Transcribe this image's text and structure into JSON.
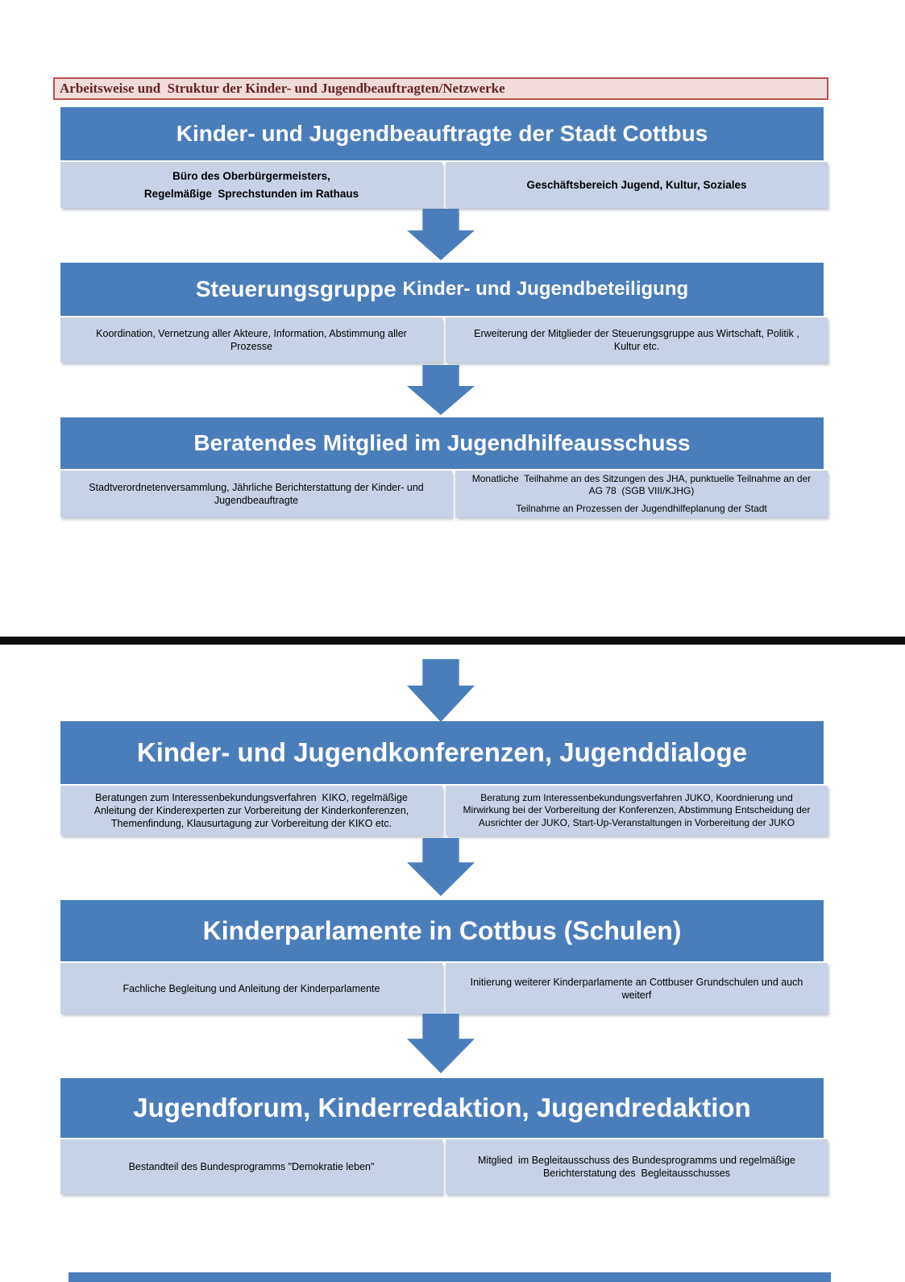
{
  "page_title": "Arbeitsweise und  Struktur der Kinder- und Jugendbeauftragten/Netzwerke",
  "colors": {
    "header_blue": "#4a7ebb",
    "box_light_blue": "#c7d2e6",
    "title_background": "#f2dcdb",
    "title_border": "#b8504d",
    "title_text": "#632423",
    "divider_black": "#0d0d0d"
  },
  "sections": [
    {
      "title": "Kinder- und Jugendbeauftragte der Stadt Cottbus",
      "left": [
        "Büro des Oberbürgermeisters,",
        "Regelmäßige  Sprechstunden im Rathaus"
      ],
      "right": [
        "Geschäftsbereich Jugend, Kultur, Soziales"
      ]
    },
    {
      "title": "Steuerungsgruppe ",
      "title2": "Kinder- und Jugendbeteiligung",
      "left": [
        "Koordination, Vernetzung aller Akteure, Information, Abstimmung aller Prozesse"
      ],
      "right": [
        "Erweiterung der Mitglieder der Steuerungsgruppe aus Wirtschaft, Politik , Kultur etc."
      ]
    },
    {
      "title": "Beratendes Mitglied im Jugendhilfeausschuss",
      "left": [
        "Stadtverordnetenversammlung, Jährliche Berichterstattung der Kinder- und Jugendbeauftragte"
      ],
      "right": [
        "Monatliche  Teilhahme an des Sitzungen des JHA, punktuelle Teilnahme an der AG 78  (SGB VIII/KJHG)",
        "Teilnahme an Prozessen der Jugendhilfeplanung der Stadt"
      ]
    },
    {
      "title": "Kinder- und Jugendkonferenzen, Jugenddialoge",
      "left": [
        "Beratungen zum Interessenbekundungsverfahren  KIKO, regelmäßige Anleitung der Kinderexperten zur Vorbereitung der Kinderkonferenzen, Themenfindung, Klausurtagung zur Vorbereitung der KIKO etc."
      ],
      "right": [
        "Beratung zum Interessenbekundungsverfahren JUKO, Koordnierung und Mirwirkung bei der Vorbereitung der Konferenzen, Abstimmung Entscheidung der Ausrichter der JUKO, Start-Up-Veranstaltungen in Vorbereitung der JUKO"
      ]
    },
    {
      "title": "Kinderparlamente in Cottbus (Schulen)",
      "left": [
        "Fachliche Begleitung und Anleitung der Kinderparlamente"
      ],
      "right": [
        "Initierung weiterer Kinderparlamente an Cottbuser Grundschulen und auch weiterf"
      ]
    },
    {
      "title": "Jugendforum, Kinderredaktion, Jugendredaktion",
      "left": [
        "Bestandteil des Bundesprogramms \"Demokratie leben\""
      ],
      "right": [
        "Mitglied  im Begleitausschuss des Bundesprogramms und regelmäßige Berichterstatung des  Begleitausschusses"
      ]
    }
  ]
}
